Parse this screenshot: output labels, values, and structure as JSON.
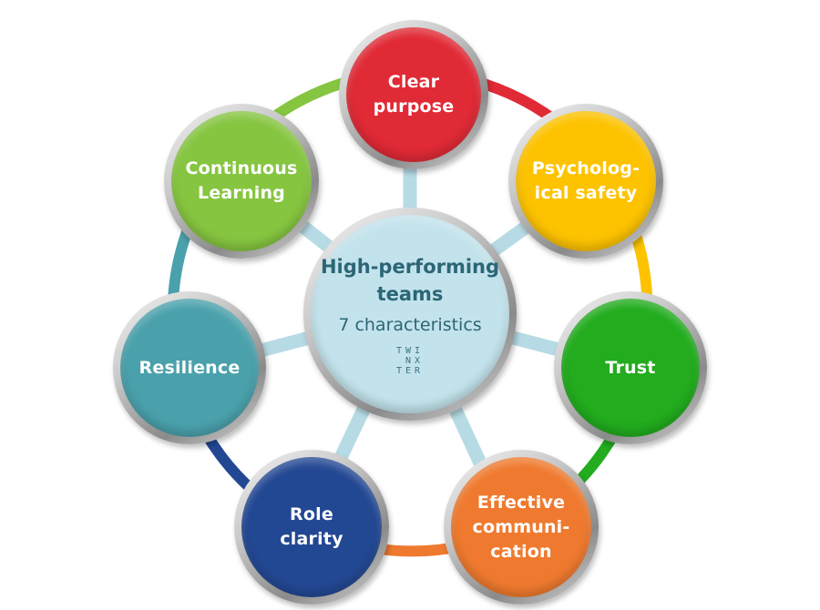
{
  "center": {
    "title": "High-performing\nteams",
    "subtitle": "7 characteristics",
    "logo": "TWI\n NX\nTER",
    "color": "#c3e3ec",
    "text_color": "#2b6676"
  },
  "characteristics": [
    {
      "label": "Clear\npurpose",
      "color": "#e02a36"
    },
    {
      "label": "Psycholog-\nical safety",
      "color": "#fdc300"
    },
    {
      "label": "Trust",
      "color": "#22ac1e"
    },
    {
      "label": "Effective\ncommuni-\ncation",
      "color": "#ef7a2f"
    },
    {
      "label": "Role\nclarity",
      "color": "#234893"
    },
    {
      "label": "Resilience",
      "color": "#4aa1ac"
    },
    {
      "label": "Continuous\nLearning",
      "color": "#86c540"
    }
  ],
  "spoke_color": "#b7dbe5"
}
